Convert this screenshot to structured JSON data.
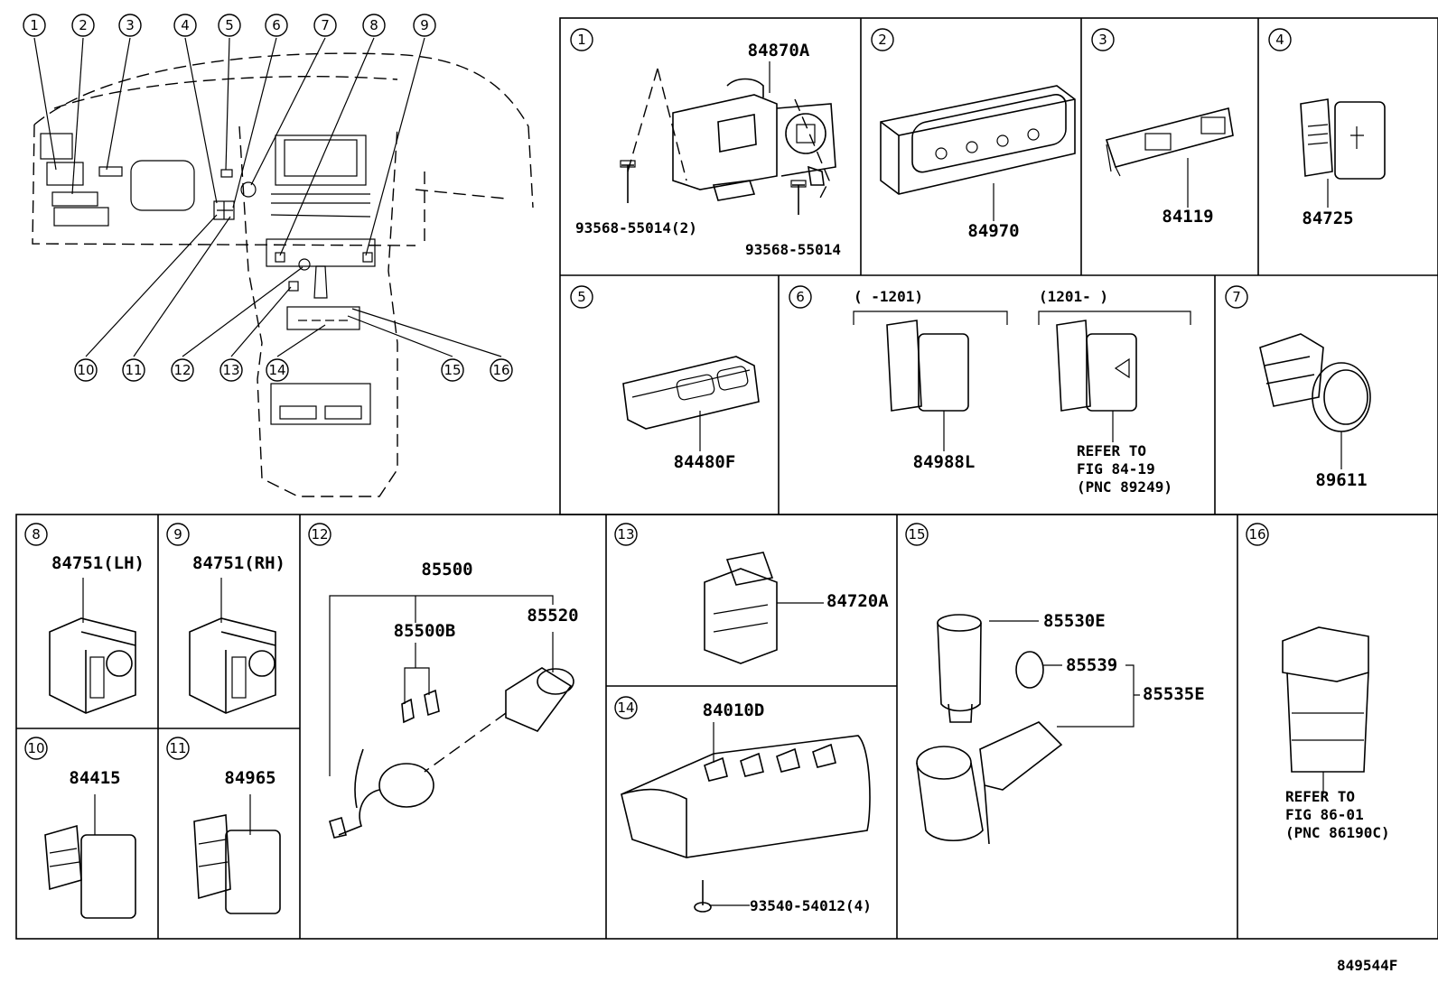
{
  "overview_callouts": [
    "1",
    "2",
    "3",
    "4",
    "5",
    "6",
    "7",
    "8",
    "9",
    "10",
    "11",
    "12",
    "13",
    "14",
    "15",
    "16"
  ],
  "panels": [
    {
      "num": "1",
      "parts": [
        "84870A",
        "93568-55014(2)",
        "93568-55014"
      ]
    },
    {
      "num": "2",
      "parts": [
        "84970"
      ]
    },
    {
      "num": "3",
      "parts": [
        "84119"
      ]
    },
    {
      "num": "4",
      "parts": [
        "84725"
      ]
    },
    {
      "num": "5",
      "parts": [
        "84480F"
      ]
    },
    {
      "num": "6",
      "parts": [
        "84988L"
      ],
      "range_left": "(     -1201)",
      "range_right": "(1201-     )",
      "refer": [
        "REFER TO",
        "FIG 84-19",
        "(PNC 89249)"
      ]
    },
    {
      "num": "7",
      "parts": [
        "89611"
      ]
    },
    {
      "num": "8",
      "parts": [
        "84751(LH)"
      ]
    },
    {
      "num": "9",
      "parts": [
        "84751(RH)"
      ]
    },
    {
      "num": "10",
      "parts": [
        "84415"
      ]
    },
    {
      "num": "11",
      "parts": [
        "84965"
      ]
    },
    {
      "num": "12",
      "parts": [
        "85500",
        "85500B",
        "85520"
      ]
    },
    {
      "num": "13",
      "parts": [
        "84720A"
      ]
    },
    {
      "num": "14",
      "parts": [
        "84010D",
        "93540-54012(4)"
      ]
    },
    {
      "num": "15",
      "parts": [
        "85530E",
        "85539",
        "85535E"
      ]
    },
    {
      "num": "16",
      "parts": [],
      "refer": [
        "REFER TO",
        "FIG 86-01",
        "(PNC 86190C)"
      ]
    }
  ],
  "diagram_id": "849544F"
}
